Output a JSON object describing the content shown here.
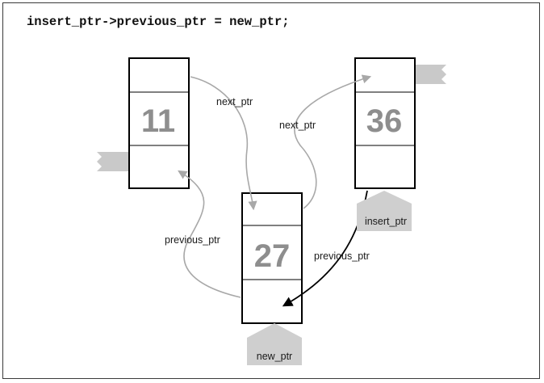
{
  "code": "insert_ptr->previous_ptr = new_ptr;",
  "nodes": [
    {
      "value": "11"
    },
    {
      "value": "27"
    },
    {
      "value": "36"
    }
  ],
  "labels": {
    "next_ptr_left": "next_ptr",
    "next_ptr_right": "next_ptr",
    "previous_ptr_left": "previous_ptr",
    "previous_ptr_right": "previous_ptr",
    "insert_ptr": "insert_ptr",
    "new_ptr": "new_ptr"
  },
  "colors": {
    "arrow_gray": "#a8a8a8",
    "arrow_black": "#000000",
    "number_gray": "#8e8e8e",
    "pointer_fill": "#c9c9c9"
  }
}
